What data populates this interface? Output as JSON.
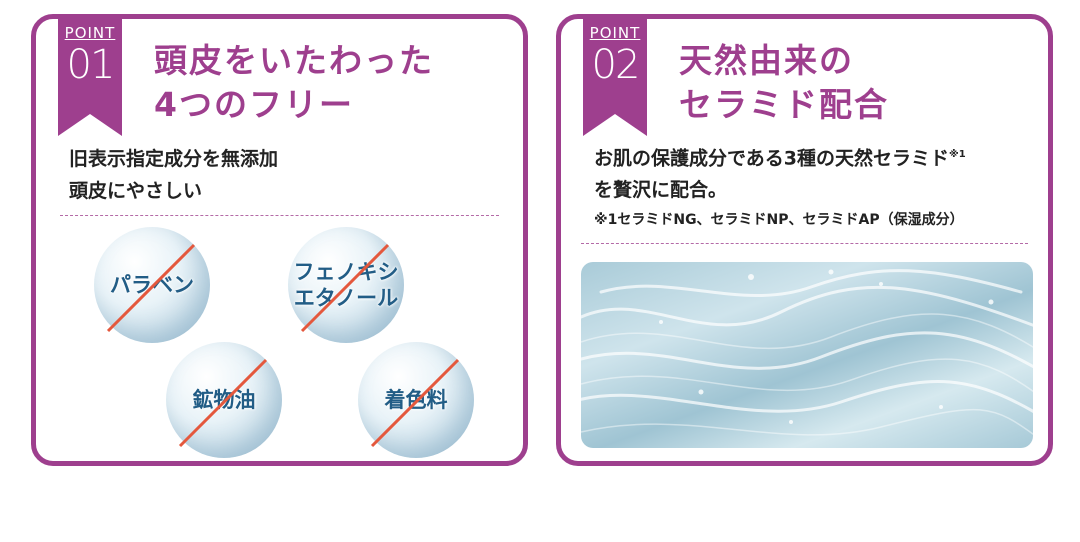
{
  "points": [
    {
      "tag_label": "POINT",
      "tag_number": "01",
      "title_lines": [
        "頭皮をいたわった",
        "4つのフリー"
      ],
      "description_lines": [
        "旧表示指定成分を無添加",
        "頭皮にやさしい"
      ],
      "free_items": [
        {
          "label_lines": [
            "パラベン"
          ],
          "icon": "crossed-out-bubble"
        },
        {
          "label_lines": [
            "フェノキシ",
            "エタノール"
          ],
          "icon": "crossed-out-bubble"
        },
        {
          "label_lines": [
            "鉱物油"
          ],
          "icon": "crossed-out-bubble"
        },
        {
          "label_lines": [
            "着色料"
          ],
          "icon": "crossed-out-bubble"
        }
      ]
    },
    {
      "tag_label": "POINT",
      "tag_number": "02",
      "title_lines": [
        "天然由来の",
        "セラミド配合"
      ],
      "description_line1": "お肌の保護成分である3種の天然セラミド",
      "description_sup": "※1",
      "description_line2": "を贅沢に配合。",
      "footnote": "※1セラミドNG、セラミドNP、セラミドAP（保湿成分）",
      "image": "gel-texture"
    }
  ],
  "colors": {
    "accent": "#9e3f8e",
    "cross_line": "#e4583d",
    "bubble_text": "#225d86"
  }
}
